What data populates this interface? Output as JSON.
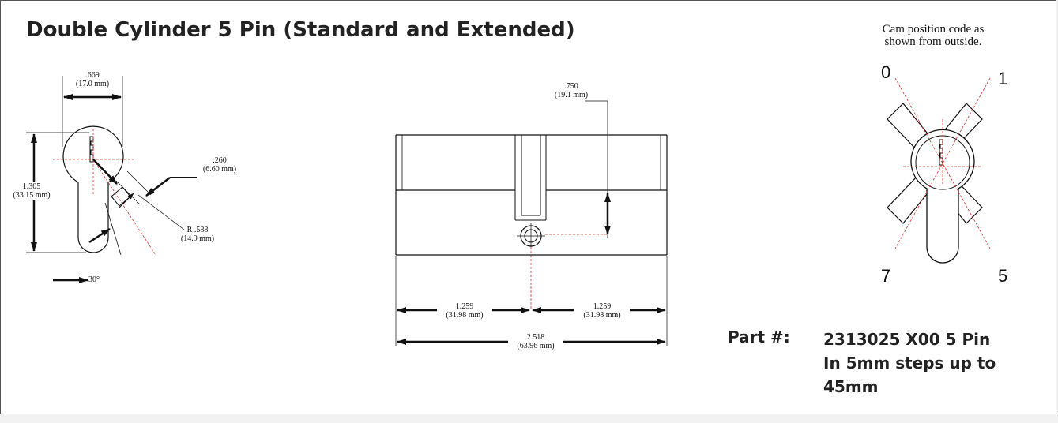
{
  "title": "Double Cylinder 5 Pin (Standard and Extended)",
  "side_view": {
    "width_dim": {
      "value": ".669",
      "metric": "(17.0 mm)"
    },
    "height_dim": {
      "value": "1.305",
      "metric": "(33.15 mm)"
    },
    "pin_dim": {
      "value": ".260",
      "metric": "(6.60 mm)"
    },
    "radius_dim": {
      "value": "R .588",
      "metric": "(14.9 mm)"
    },
    "angle_dim": "30°"
  },
  "front_view": {
    "offset_dim": {
      "value": ".750",
      "metric": "(19.1 mm)"
    },
    "left_half_dim": {
      "value": "1.259",
      "metric": "(31.98 mm)"
    },
    "right_half_dim": {
      "value": "1.259",
      "metric": "(31.98 mm)"
    },
    "total_dim": {
      "value": "2.518",
      "metric": "(63.96 mm)"
    }
  },
  "cam_view": {
    "caption_line1": "Cam position code as",
    "caption_line2": "shown from outside.",
    "positions": [
      "0",
      "1",
      "7",
      "5"
    ]
  },
  "part": {
    "label": "Part #:",
    "lines": [
      "2313025 X00 5 Pin",
      "In 5mm steps up to",
      "45mm"
    ]
  },
  "colors": {
    "line": "#111111",
    "centerline": "#e0302a",
    "frame": "#555555",
    "background": "#f2f2f2"
  }
}
